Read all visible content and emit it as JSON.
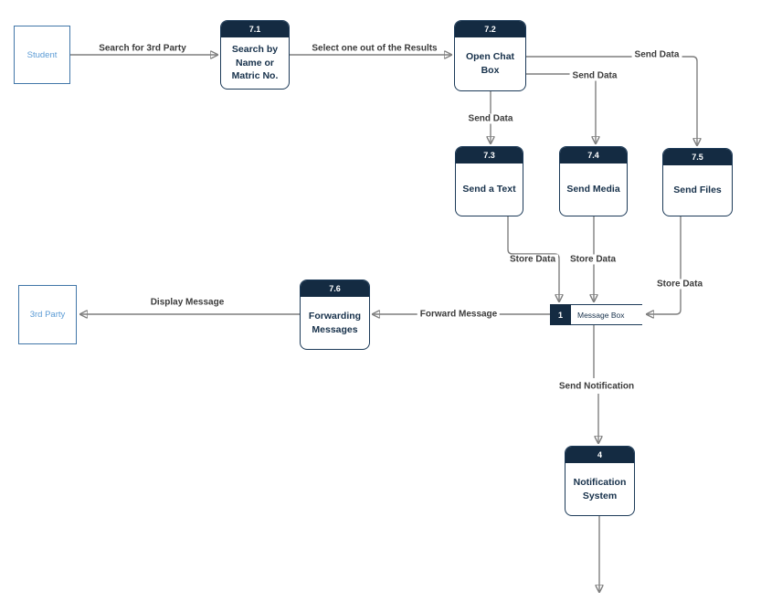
{
  "diagram": {
    "colors": {
      "process_header_bg": "#142b42",
      "process_border": "#1c3a58",
      "entity_border": "#4176a8",
      "entity_text": "#5b9bd5",
      "connector_line": "#7f7f7f",
      "arrowhead": "#4d4d4d",
      "label_text": "#3b3b3b"
    },
    "entities": [
      {
        "label": "Student"
      },
      {
        "label": "3rd Party"
      }
    ],
    "processes": [
      {
        "id": "7.1",
        "label": "Search by Name or Matric No."
      },
      {
        "id": "7.2",
        "label": "Open Chat Box"
      },
      {
        "id": "7.3",
        "label": "Send a Text"
      },
      {
        "id": "7.4",
        "label": "Send Media"
      },
      {
        "id": "7.5",
        "label": "Send Files"
      },
      {
        "id": "7.6",
        "label": "Forwarding Messages"
      },
      {
        "id": "4",
        "label": "Notification System"
      }
    ],
    "datastores": [
      {
        "id": "1",
        "label": "Message Box"
      }
    ],
    "flows": [
      {
        "label": "Search for 3rd Party",
        "from": "Student",
        "to": "7.1"
      },
      {
        "label": "Select one out of the Results",
        "from": "7.1",
        "to": "7.2"
      },
      {
        "label": "Send Data",
        "from": "7.2",
        "to": "7.3"
      },
      {
        "label": "Send Data",
        "from": "7.2",
        "to": "7.4"
      },
      {
        "label": "Send Data",
        "from": "7.2",
        "to": "7.5"
      },
      {
        "label": "Store Data",
        "from": "7.3",
        "to": "1"
      },
      {
        "label": "Store Data",
        "from": "7.4",
        "to": "1"
      },
      {
        "label": "Store Data",
        "from": "7.5",
        "to": "1"
      },
      {
        "label": "Forward Message",
        "from": "1",
        "to": "7.6"
      },
      {
        "label": "Display Message",
        "from": "7.6",
        "to": "3rd Party"
      },
      {
        "label": "Send Notification",
        "from": "1",
        "to": "4"
      }
    ]
  }
}
